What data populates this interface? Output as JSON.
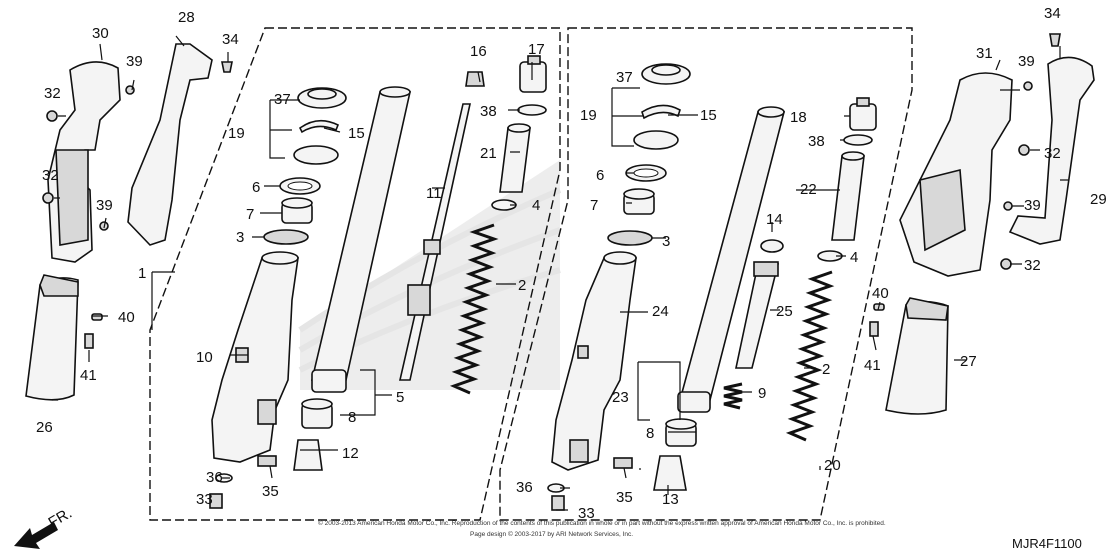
{
  "diagram": {
    "code": "MJR4F1100",
    "direction_label": "FR.",
    "copyright_line1": "© 2003-2013 American Honda Motor Co., Inc. Reproduction of the contents of this publication in whole or in part without the express written approval of American Honda Motor Co., Inc. is prohibited.",
    "copyright_line2": "Page design © 2003-2017 by ARI Network Services, Inc.",
    "callouts": [
      {
        "id": "c1",
        "text": "1"
      },
      {
        "id": "c2a",
        "text": "2"
      },
      {
        "id": "c2b",
        "text": "2"
      },
      {
        "id": "c3a",
        "text": "3"
      },
      {
        "id": "c3b",
        "text": "3"
      },
      {
        "id": "c4a",
        "text": "4"
      },
      {
        "id": "c4b",
        "text": "4"
      },
      {
        "id": "c5",
        "text": "5"
      },
      {
        "id": "c6a",
        "text": "6"
      },
      {
        "id": "c6b",
        "text": "6"
      },
      {
        "id": "c7a",
        "text": "7"
      },
      {
        "id": "c7b",
        "text": "7"
      },
      {
        "id": "c8a",
        "text": "8"
      },
      {
        "id": "c8b",
        "text": "8"
      },
      {
        "id": "c9",
        "text": "9"
      },
      {
        "id": "c10",
        "text": "10"
      },
      {
        "id": "c11",
        "text": "11"
      },
      {
        "id": "c12",
        "text": "12"
      },
      {
        "id": "c13",
        "text": "13"
      },
      {
        "id": "c14",
        "text": "14"
      },
      {
        "id": "c15a",
        "text": "15"
      },
      {
        "id": "c15b",
        "text": "15"
      },
      {
        "id": "c16",
        "text": "16"
      },
      {
        "id": "c17",
        "text": "17"
      },
      {
        "id": "c18",
        "text": "18"
      },
      {
        "id": "c19a",
        "text": "19"
      },
      {
        "id": "c19b",
        "text": "19"
      },
      {
        "id": "c20",
        "text": "20"
      },
      {
        "id": "c21",
        "text": "21"
      },
      {
        "id": "c22",
        "text": "22"
      },
      {
        "id": "c23",
        "text": "23"
      },
      {
        "id": "c24",
        "text": "24"
      },
      {
        "id": "c25",
        "text": "25"
      },
      {
        "id": "c26",
        "text": "26"
      },
      {
        "id": "c27",
        "text": "27"
      },
      {
        "id": "c28",
        "text": "28"
      },
      {
        "id": "c29",
        "text": "29"
      },
      {
        "id": "c30",
        "text": "30"
      },
      {
        "id": "c31",
        "text": "31"
      },
      {
        "id": "c32a",
        "text": "32"
      },
      {
        "id": "c32b",
        "text": "32"
      },
      {
        "id": "c32c",
        "text": "32"
      },
      {
        "id": "c32d",
        "text": "32"
      },
      {
        "id": "c33a",
        "text": "33"
      },
      {
        "id": "c33b",
        "text": "33"
      },
      {
        "id": "c34a",
        "text": "34"
      },
      {
        "id": "c34b",
        "text": "34"
      },
      {
        "id": "c35a",
        "text": "35"
      },
      {
        "id": "c35b",
        "text": "35"
      },
      {
        "id": "c36a",
        "text": "36"
      },
      {
        "id": "c36b",
        "text": "36"
      },
      {
        "id": "c37a",
        "text": "37"
      },
      {
        "id": "c37b",
        "text": "37"
      },
      {
        "id": "c38a",
        "text": "38"
      },
      {
        "id": "c38b",
        "text": "38"
      },
      {
        "id": "c39a",
        "text": "39"
      },
      {
        "id": "c39b",
        "text": "39"
      },
      {
        "id": "c39c",
        "text": "39"
      },
      {
        "id": "c39d",
        "text": "39"
      },
      {
        "id": "c40a",
        "text": "40"
      },
      {
        "id": "c40b",
        "text": "40"
      },
      {
        "id": "c41a",
        "text": "41"
      },
      {
        "id": "c41b",
        "text": "41"
      }
    ]
  }
}
